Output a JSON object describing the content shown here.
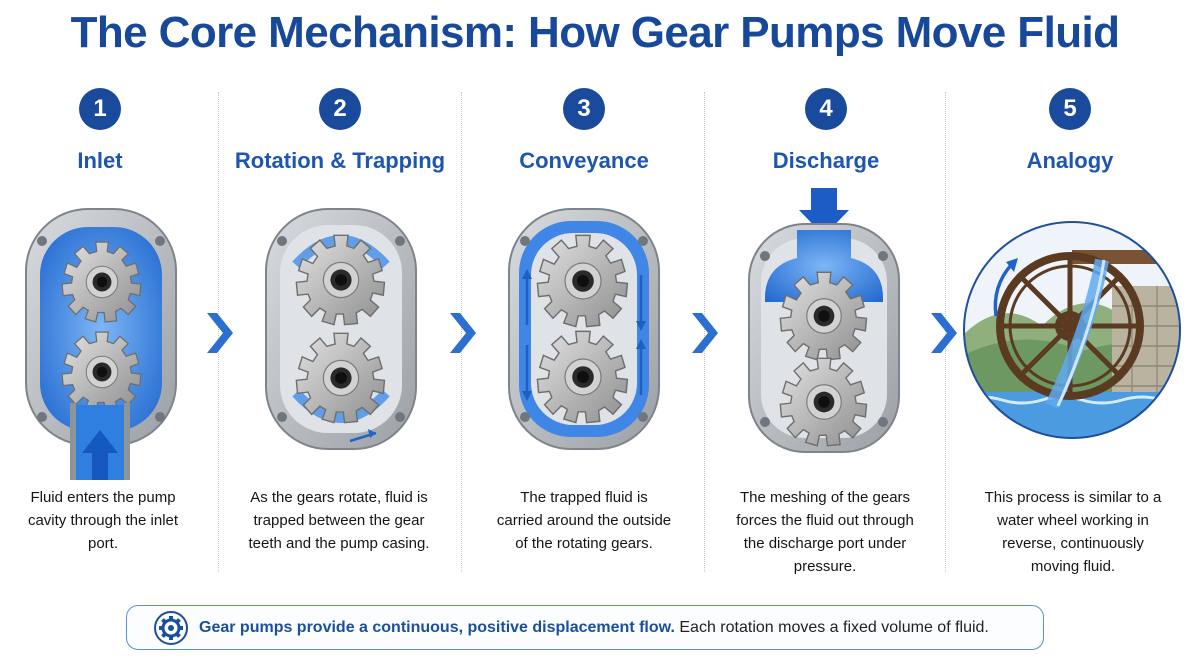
{
  "title": "The Core Mechanism: How Gear Pumps Move Fluid",
  "steps": [
    {
      "number": "1",
      "title": "Inlet",
      "description": "Fluid enters the pump cavity through the inlet port."
    },
    {
      "number": "2",
      "title": "Rotation & Trapping",
      "description": "As the gears rotate, fluid is trapped between the gear teeth and the pump casing."
    },
    {
      "number": "3",
      "title": "Conveyance",
      "description": "The trapped fluid is carried around the outside of the rotating gears."
    },
    {
      "number": "4",
      "title": "Discharge",
      "description": "The meshing of the gears forces the fluid out through the discharge port under pressure."
    },
    {
      "number": "5",
      "title": "Analogy",
      "description": "This process is similar to a water wheel working in reverse, continuously moving fluid."
    }
  ],
  "summary": {
    "bold": "Gear pumps provide a continuous, positive displacement flow.",
    "rest": " Each rotation moves a fixed volume of fluid."
  },
  "colors": {
    "title": "#17489a",
    "badge": "#1a4a9b",
    "step_title": "#1d56b0",
    "fluid": "#2f7fe0",
    "arrow": "#1f66c8",
    "casing": "#b8bcc1",
    "gear": "#bdbdbd"
  },
  "icons": [
    "gear-icon",
    "chevron-right-icon",
    "arrow-up-icon",
    "arrow-down-icon",
    "water-wheel-icon"
  ]
}
